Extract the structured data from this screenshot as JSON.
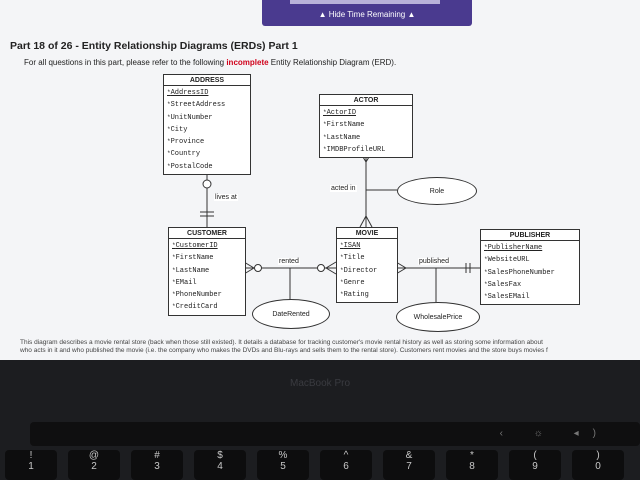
{
  "header": {
    "hide_label": "▲  Hide Time Remaining  ▲"
  },
  "page": {
    "title": "Part 18 of 26 - Entity Relationship Diagrams (ERDs) Part 1",
    "intro_prefix": "For all questions in this part, please refer to the following ",
    "intro_highlight": "incomplete",
    "intro_suffix": " Entity Relationship Diagram (ERD)."
  },
  "erd": {
    "address": {
      "name": "ADDRESS",
      "attrs": [
        "AddressID",
        "StreetAddress",
        "UnitNumber",
        "City",
        "Province",
        "Country",
        "PostalCode"
      ]
    },
    "actor": {
      "name": "ACTOR",
      "attrs": [
        "ActorID",
        "FirstName",
        "LastName",
        "IMDBProfileURL"
      ]
    },
    "customer": {
      "name": "CUSTOMER",
      "attrs": [
        "CustomerID",
        "FirstName",
        "LastName",
        "EMail",
        "PhoneNumber",
        "CreditCard"
      ]
    },
    "movie": {
      "name": "MOVIE",
      "attrs": [
        "ISAN",
        "Title",
        "Director",
        "Genre",
        "Rating"
      ]
    },
    "publisher": {
      "name": "PUBLISHER",
      "attrs": [
        "PublisherName",
        "WebsiteURL",
        "SalesPhoneNumber",
        "SalesFax",
        "SalesEMail"
      ]
    },
    "relationships": {
      "lives_at": "lives at",
      "acted_in": "acted in",
      "rented": "rented",
      "published": "published"
    },
    "relationship_attrs": {
      "role": "Role",
      "date_rented": "DateRented",
      "wholesale_price": "WholesalePrice"
    }
  },
  "footer": {
    "line1": "This diagram describes a movie rental store (back when those still existed). It details a database for tracking customer's movie rental history as well as storing some information about",
    "line2": "who acts in it and who published the movie (i.e. the company who makes the DVDs and Blu-rays and sells them to the rental store). Customers rent movies and the store buys movies f"
  },
  "device": {
    "label": "MacBook Pro"
  },
  "keys": [
    {
      "top": "!",
      "bottom": "1"
    },
    {
      "top": "@",
      "bottom": "2"
    },
    {
      "top": "#",
      "bottom": "3"
    },
    {
      "top": "$",
      "bottom": "4"
    },
    {
      "top": "%",
      "bottom": "5"
    },
    {
      "top": "^",
      "bottom": "6"
    },
    {
      "top": "&",
      "bottom": "7"
    },
    {
      "top": "*",
      "bottom": "8"
    },
    {
      "top": "(",
      "bottom": "9"
    },
    {
      "top": ")",
      "bottom": "0"
    }
  ]
}
